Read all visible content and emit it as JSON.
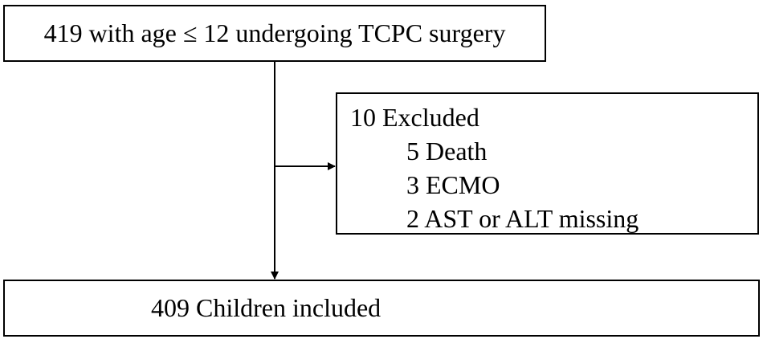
{
  "flowchart": {
    "start": "419 with age ≤ 12 undergoing TCPC surgery",
    "excluded": {
      "title": "10 Excluded",
      "items": [
        "5 Death",
        "3 ECMO",
        "2 AST or ALT missing"
      ]
    },
    "end": "409 Children included"
  }
}
